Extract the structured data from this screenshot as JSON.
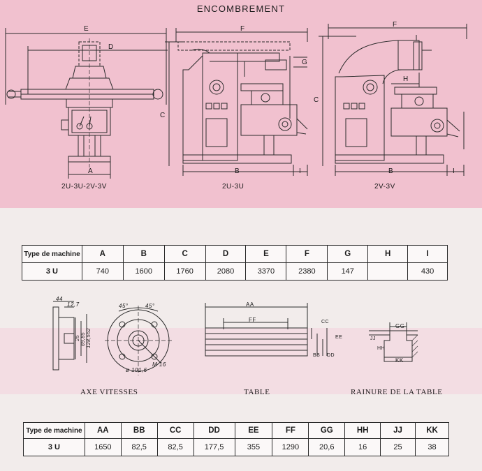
{
  "heading": "ENCOMBREMENT",
  "views": {
    "front": {
      "caption": "2U-3U-2V-3V",
      "dims": {
        "e": "E",
        "d": "D",
        "a": "A"
      }
    },
    "side_u": {
      "caption": "2U-3U",
      "dims": {
        "f": "F",
        "c": "C",
        "b": "B",
        "i": "I",
        "g": "G"
      }
    },
    "side_v": {
      "caption": "2V-3V",
      "dims": {
        "f": "F",
        "c": "C",
        "b": "B",
        "i": "I",
        "h": "H"
      }
    }
  },
  "table1": {
    "headers": [
      "Type de machine",
      "A",
      "B",
      "C",
      "D",
      "E",
      "F",
      "G",
      "H",
      "I"
    ],
    "rows": [
      [
        "3 U",
        "740",
        "1600",
        "1760",
        "2080",
        "3370",
        "2380",
        "147",
        "",
        "430"
      ]
    ]
  },
  "details": {
    "axe": {
      "caption": "AXE VITESSES",
      "dims": [
        "44",
        "12,7",
        "25",
        "69,85",
        "128,552",
        "45°",
        "45°",
        "M 16",
        "ø 101,6"
      ]
    },
    "table_view": {
      "caption": "TABLE",
      "dims": [
        "AA",
        "FF",
        "CC",
        "EE",
        "BB",
        "DD"
      ]
    },
    "rainure": {
      "caption": "RAINURE DE LA TABLE",
      "dims": [
        "GG",
        "JJ",
        "HH",
        "KK"
      ]
    }
  },
  "table2": {
    "headers": [
      "Type de machine",
      "AA",
      "BB",
      "CC",
      "DD",
      "EE",
      "FF",
      "GG",
      "HH",
      "JJ",
      "KK"
    ],
    "rows": [
      [
        "3 U",
        "1650",
        "82,5",
        "82,5",
        "177,5",
        "355",
        "1290",
        "20,6",
        "16",
        "25",
        "38"
      ]
    ]
  }
}
